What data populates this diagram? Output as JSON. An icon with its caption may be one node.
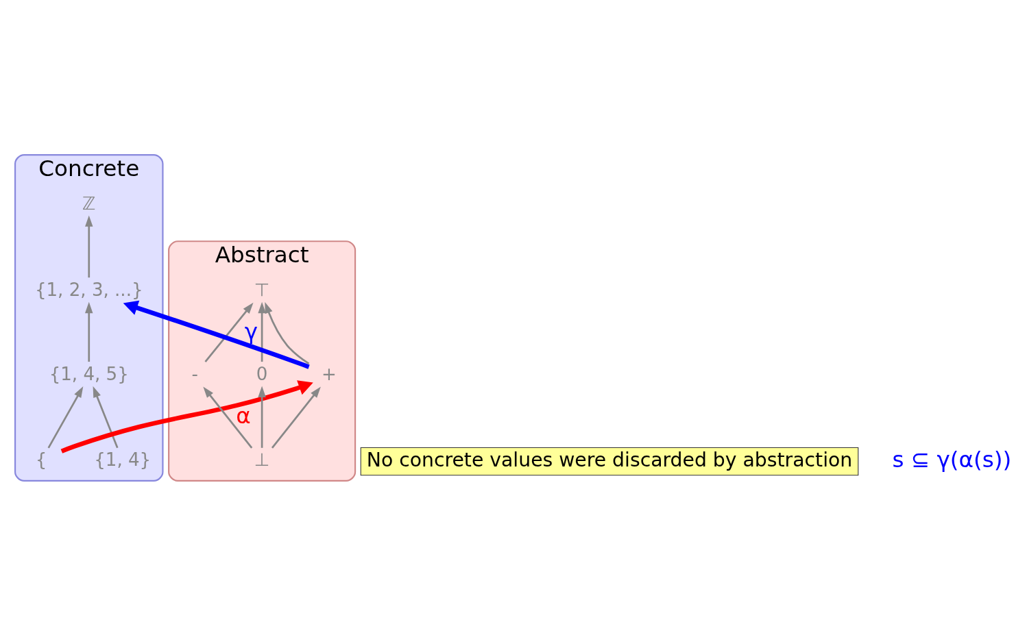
{
  "diagram": {
    "nodes": [
      {
        "text": [
          "Concrete"
        ]
      },
      {
        "text": [
          "Abstract"
        ]
      },
      {
        "text": [
          "ℤ"
        ],
        "in": 0
      },
      {
        "text": [
          "{1, 2, 3, ...}"
        ],
        "in": 0
      },
      {
        "text": [
          "{1, 4, 5}"
        ],
        "in": 0
      },
      {
        "text": [
          "{1, 4}"
        ],
        "in": 0
      },
      {
        "text": [
          "{"
        ],
        "in": 0
      },
      {
        "text": [
          "⊤"
        ],
        "in": 1
      },
      {
        "text": [
          "-"
        ],
        "in": 1
      },
      {
        "text": [
          "0"
        ],
        "in": 1
      },
      {
        "text": [
          "+"
        ],
        "in": 1
      },
      {
        "text": [
          "⊥"
        ],
        "in": 1
      },
      {
        "text": [
          "No concrete values were discarded by abstraction"
        ]
      }
    ],
    "edges": [
      {
        "from": 3,
        "to": 2,
        "arrow": "to"
      },
      {
        "from": 4,
        "to": 3,
        "arrow": "to"
      },
      {
        "from": 5,
        "to": 4,
        "arrow": "to"
      },
      {
        "from": 6,
        "to": 4,
        "arrow": "to"
      },
      {
        "from": 8,
        "to": 7,
        "arrow": "to"
      },
      {
        "from": 9,
        "to": 7,
        "arrow": "to"
      },
      {
        "from": 10,
        "to": 7,
        "arrow": "to"
      },
      {
        "from": 11,
        "to": 8,
        "arrow": "to"
      },
      {
        "from": 11,
        "to": 9,
        "arrow": "to"
      },
      {
        "from": 11,
        "to": 10,
        "arrow": "to"
      },
      {
        "from": 10,
        "to": 3,
        "arrow": "to",
        "label": "γ",
        "style": "thick",
        "color": "#0000ff"
      },
      {
        "from": 6,
        "to": 10,
        "arrow": "to",
        "label": "α",
        "style": "thick",
        "color": "#ff0000"
      }
    ],
    "labels": [
      "s ⊆ γ(α(s))"
    ]
  }
}
